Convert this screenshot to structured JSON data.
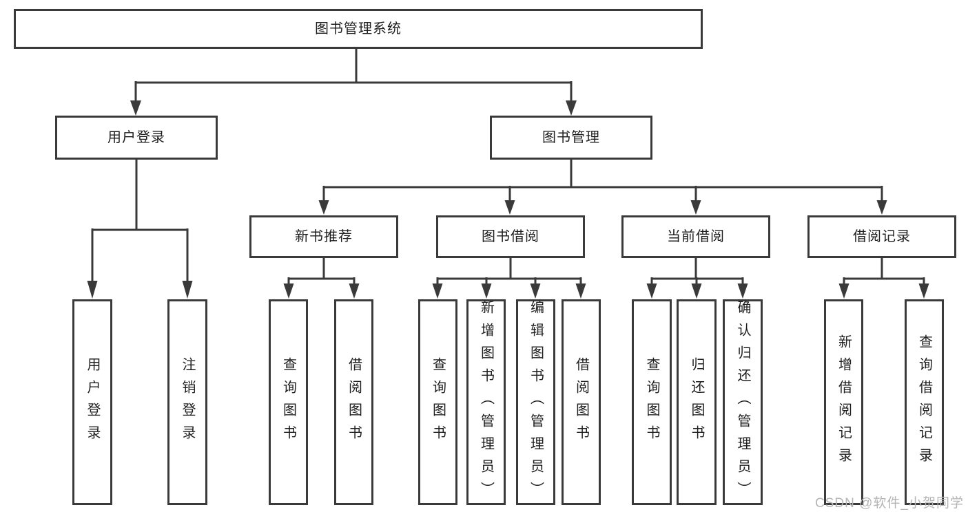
{
  "diagram": {
    "watermark": "CSDN @软件_小贺同学",
    "colors": {
      "line": "#3a3a3a",
      "text": "#1e1e1e",
      "box_fill": "#ffffff",
      "watermark": "#b5b5b5",
      "background": "#ffffff"
    },
    "tree": {
      "root": {
        "label": "图书管理系统",
        "children": [
          {
            "label": "用户登录",
            "children": [
              {
                "label": "用户登录"
              },
              {
                "label": "注销登录"
              }
            ]
          },
          {
            "label": "图书管理",
            "children": [
              {
                "label": "新书推荐",
                "children": [
                  {
                    "label": "查询图书"
                  },
                  {
                    "label": "借阅图书"
                  }
                ]
              },
              {
                "label": "图书借阅",
                "children": [
                  {
                    "label": "查询图书"
                  },
                  {
                    "label": "新增图书（管理员）"
                  },
                  {
                    "label": "编辑图书（管理员）"
                  },
                  {
                    "label": "借阅图书"
                  }
                ]
              },
              {
                "label": "当前借阅",
                "children": [
                  {
                    "label": "查询图书"
                  },
                  {
                    "label": "归还图书"
                  },
                  {
                    "label": "确认归还（管理员）"
                  }
                ]
              },
              {
                "label": "借阅记录",
                "children": [
                  {
                    "label": "新增借阅记录"
                  },
                  {
                    "label": "查询借阅记录"
                  }
                ]
              }
            ]
          }
        ]
      }
    }
  }
}
